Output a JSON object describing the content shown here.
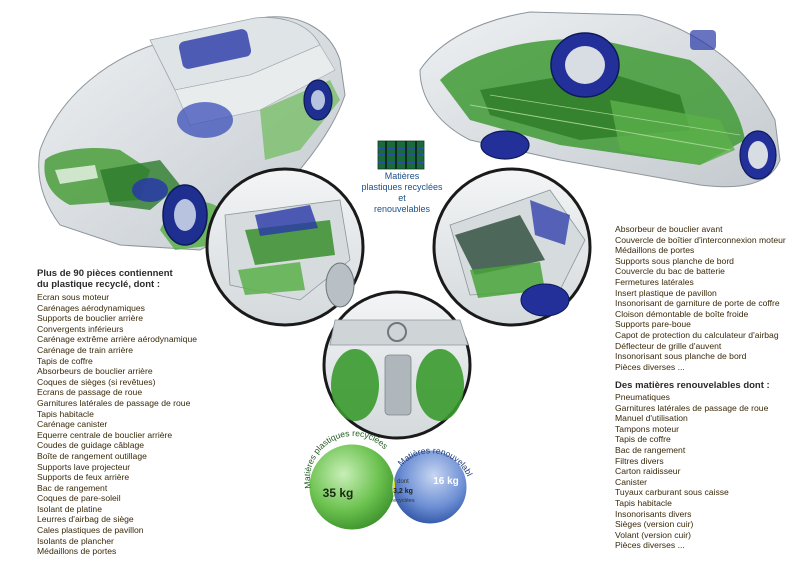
{
  "legend": {
    "line1": "Matières",
    "line2": "plastiques recyclées",
    "line3": "et",
    "line4": "renouvelables",
    "swatch_colors": [
      "#1a6b3a",
      "#2a4fa0"
    ]
  },
  "left_list": {
    "heading_line1": "Plus de 90 pièces contiennent",
    "heading_line2": "du plastique recyclé, dont :",
    "items": [
      "Ecran sous moteur",
      "Carénages aérodynamiques",
      "Supports de bouclier arrière",
      "Convergents inférieurs",
      "Carénage extrême arrière aérodynamique",
      "Carénage de train arrière",
      "Tapis de coffre",
      "Absorbeurs de bouclier arrière",
      "Coques de sièges (si revêtues)",
      "Ecrans de passage de roue",
      "Garnitures latérales de passage de roue",
      "Tapis habitacle",
      "Carénage canister",
      "Equerre centrale de bouclier arrière",
      "Coudes de guidage câblage",
      "Boîte de rangement outillage",
      "Supports lave projecteur",
      "Supports de feux arrière",
      "Bac de rangement",
      "Coques de pare-soleil",
      "Isolant de platine",
      "Leurres d'airbag de siège",
      "Cales plastiques de pavillon",
      "Isolants de plancher",
      "Médaillons de portes"
    ]
  },
  "right_list": {
    "items": [
      "Absorbeur de bouclier avant",
      "Couvercle de boîtier d'interconnexion moteur",
      "Médaillons de portes",
      "Supports sous planche de bord",
      "Couvercle du bac de batterie",
      "Fermetures latérales",
      "Insert plastique de pavillon",
      "Insonorisant de garniture de porte de coffre",
      "Cloison démontable de boîte froide",
      "Supports pare-boue",
      "Capot de protection du calculateur d'airbag",
      "Déflecteur de grille d'auvent",
      "Insonorisant sous planche de bord",
      "Pièces diverses ..."
    ]
  },
  "renewable_list": {
    "heading": "Des matières renouvelables dont :",
    "items": [
      "Pneumatiques",
      "Garnitures latérales de passage de roue",
      "Manuel d'utilisation",
      "Tampons moteur",
      "Tapis de coffre",
      "Bac de rangement",
      "Filtres divers",
      "Carton raidisseur",
      "Canister",
      "Tuyaux carburant sous caisse",
      "Tapis habitacle",
      "Insonorisants divers",
      "Sièges (version cuir)",
      "Volant (version cuir)",
      "Pièces diverses ..."
    ]
  },
  "venn": {
    "left_label": "Matières plastiques recyclées",
    "left_value": "35 kg",
    "right_label": "Matières renouvelables",
    "right_value": "16 kg",
    "overlap_line1": "dont",
    "overlap_line2": "3,2 kg",
    "overlap_line3": "recyclées",
    "left_color": "#3a9a2a",
    "right_color": "#2a4fa0",
    "overlap_color": "#f2e600"
  },
  "colors": {
    "recycled_green": "#2f8f2f",
    "renewable_blue": "#2838a8",
    "glass_grey": "#c9ced3"
  }
}
